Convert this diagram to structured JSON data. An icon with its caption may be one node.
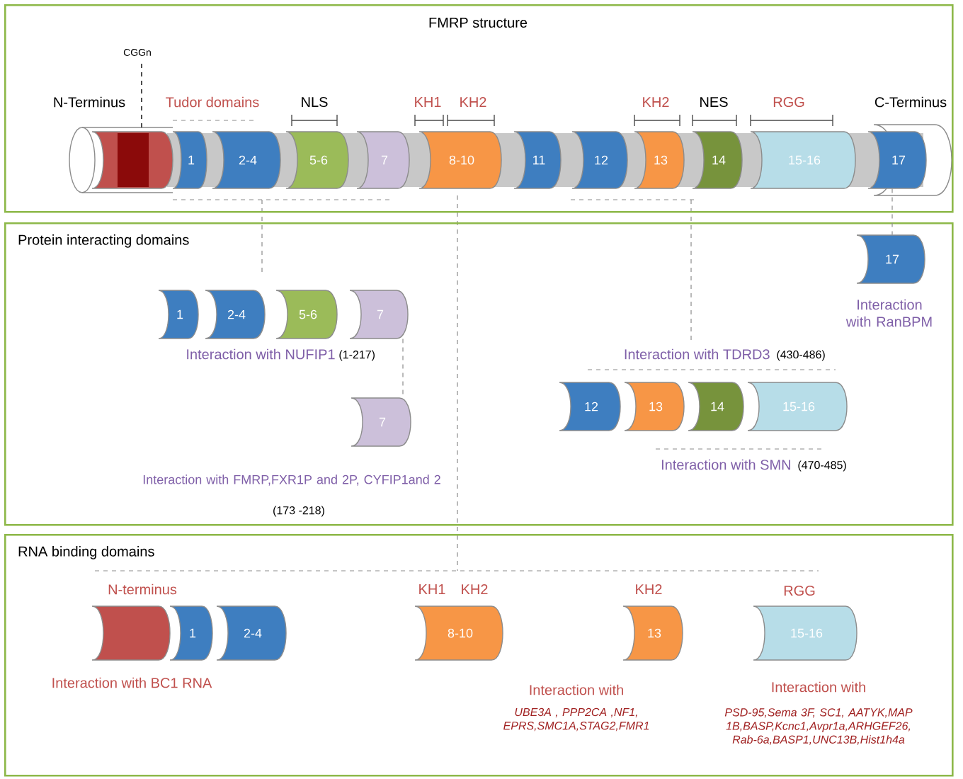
{
  "diagram": {
    "nodes": [
      {
        "text": [
          "FMRP structure"
        ]
      },
      {
        "text": [
          "Protein interacting domains"
        ]
      },
      {
        "text": [
          "RNA binding domains"
        ]
      },
      {
        "text": [],
        "shape": "cylinder",
        "in": 0
      },
      {
        "text": [
          "1"
        ],
        "in": 0
      },
      {
        "text": [
          "2-4"
        ],
        "in": 0
      },
      {
        "text": [
          "5-6"
        ],
        "in": 0
      },
      {
        "text": [
          "7"
        ],
        "in": 0
      },
      {
        "text": [
          "8-10"
        ],
        "in": 0
      },
      {
        "text": [
          "11"
        ],
        "in": 0
      },
      {
        "text": [
          "12"
        ],
        "in": 0
      },
      {
        "text": [
          "13"
        ],
        "in": 0
      },
      {
        "text": [
          "14"
        ],
        "in": 0
      },
      {
        "text": [
          "15-16"
        ],
        "in": 0
      },
      {
        "text": [
          "17"
        ],
        "in": 0
      },
      {
        "text": [
          "1"
        ],
        "in": 1
      },
      {
        "text": [
          "2-4"
        ],
        "in": 1
      },
      {
        "text": [
          "5-6"
        ],
        "in": 1
      },
      {
        "text": [
          "7"
        ],
        "in": 1
      },
      {
        "text": [
          "7"
        ],
        "in": 1
      },
      {
        "text": [
          "17"
        ],
        "in": 1
      },
      {
        "text": [
          "12"
        ],
        "in": 1
      },
      {
        "text": [
          "13"
        ],
        "in": 1
      },
      {
        "text": [
          "14"
        ],
        "in": 1
      },
      {
        "text": [
          "15-16"
        ],
        "in": 1
      },
      {
        "text": [],
        "shape": "cylinder",
        "in": 2,
        "beside": [
          "N-terminus"
        ]
      },
      {
        "text": [
          "1"
        ],
        "in": 2
      },
      {
        "text": [
          "2-4"
        ],
        "in": 2
      },
      {
        "text": [
          "8-10"
        ],
        "in": 2,
        "beside": [
          "KH1",
          "KH2"
        ]
      },
      {
        "text": [
          "13"
        ],
        "in": 2,
        "beside": [
          "KH2"
        ]
      },
      {
        "text": [
          "15-16"
        ],
        "in": 2,
        "beside": [
          "RGG"
        ]
      }
    ],
    "edges": [
      {
        "from": 14,
        "to": 20,
        "arrow": "none",
        "style": "dashed"
      },
      {
        "from": 18,
        "to": 19,
        "arrow": "none",
        "style": "dashed"
      }
    ],
    "labels": [
      "CGGn",
      "N-Terminus",
      "Tudor domains",
      "NLS",
      "KH1",
      "KH2",
      "KH2",
      "NES",
      "RGG",
      "C-Terminus",
      "Interaction with RanBPM",
      "Interaction with NUFIP1",
      "(1-217)",
      "Interaction with TDRD3",
      "(430-486)",
      "Interaction with SMN",
      "(470-485)",
      "Interaction with FMRP,FXR1P and 2P, CYFIP1and 2",
      "(173 -218)",
      "Interaction with BC1 RNA",
      "Interaction with",
      "*UBE3A* , PPP2CA ,NF1, *EPRS,SMC1A,STAG2,FMR1*",
      "Interaction with",
      "PSD-95,Sema 3F, SC1, AATYK,MAP 1B,BASP,Kcnc1,Avpr1a,ARHGEF26, Rab-6a,BASP1,UNC13B,Hist1h4a"
    ]
  }
}
